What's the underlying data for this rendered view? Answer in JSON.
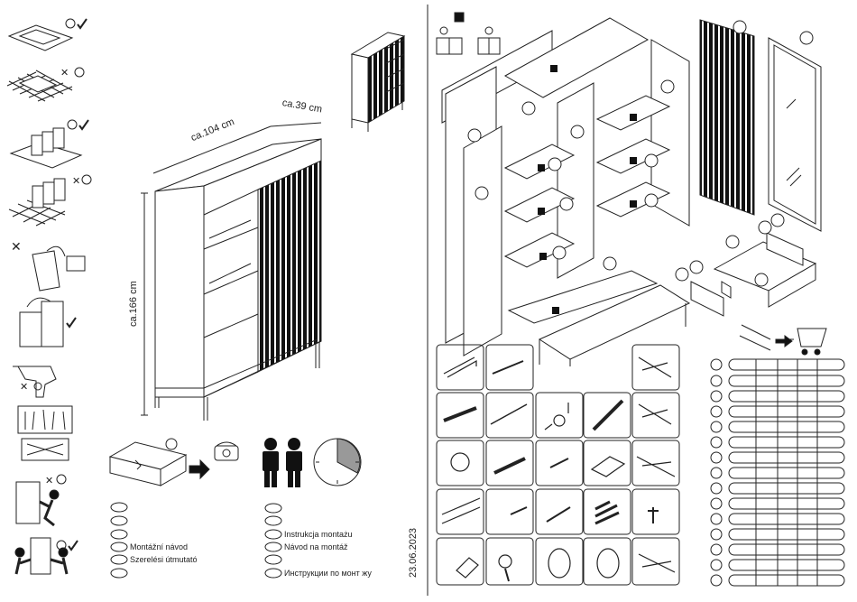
{
  "dimensions": {
    "width": "ca.104 cm",
    "depth": "ca.39 cm",
    "height": "ca.166 cm"
  },
  "date": "23.06.2023",
  "languages": [
    {
      "code": "cs",
      "label": "Montážní návod"
    },
    {
      "code": "hu",
      "label": "Szerelési útmutató"
    },
    {
      "code": "pl",
      "label": "Instrukcja montażu"
    },
    {
      "code": "sk",
      "label": "Návod na montáž"
    },
    {
      "code": "ru",
      "label": "Инструкции по монт  жу"
    }
  ],
  "colors": {
    "line": "#222222",
    "panel": "#ffffff",
    "dark": "#111111",
    "circle_fill": "#ffffff"
  },
  "icons": [
    "smiley-ok-icon",
    "sad-no-icon",
    "phone-icon",
    "person-icon",
    "clock-icon",
    "cart-icon",
    "weight-icon",
    "screw-icon"
  ]
}
